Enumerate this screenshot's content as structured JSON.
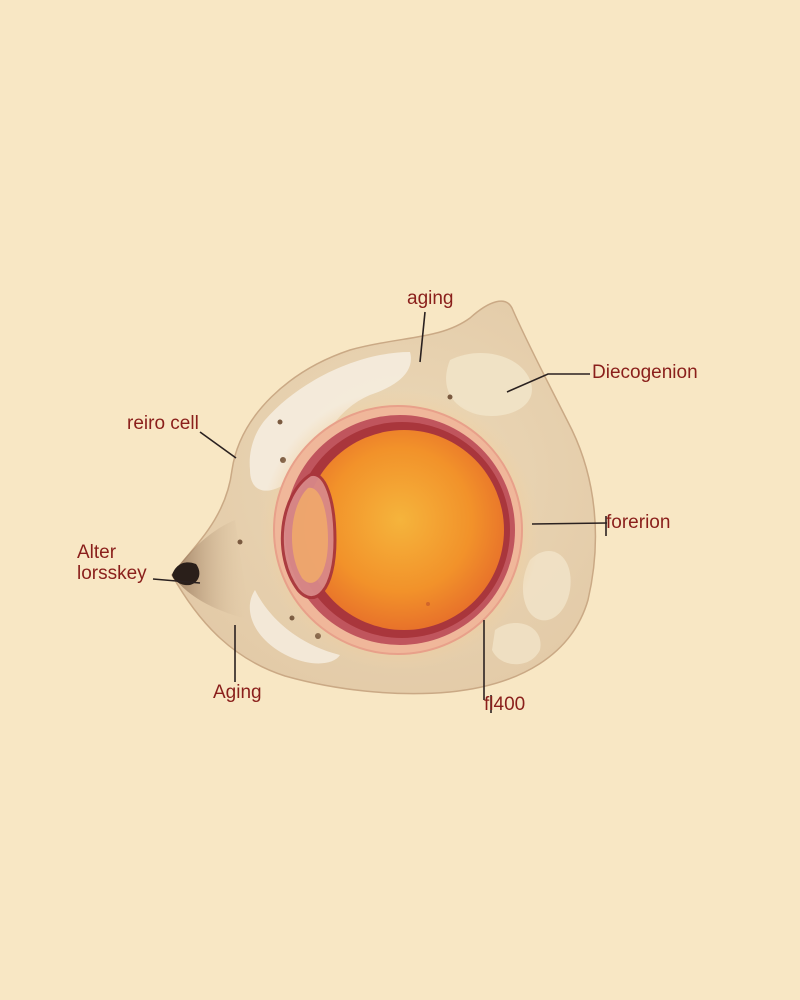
{
  "labels": {
    "aging_top": "aging",
    "diecogenion": "Diecogenion",
    "reiro_cell": "reiro cell",
    "forerion": "forerion",
    "alter_line1": "Alter",
    "alter_line2": "lorsskey",
    "aging_bottom": "Aging",
    "fl400": "fl400"
  },
  "colors": {
    "background": "#f8e7c4",
    "body": "#e8d2b0",
    "label_text": "#8a1f1b",
    "leader_line": "#2a2120",
    "eye_orange": "#f29a2c",
    "eye_ring": "#b1363a"
  }
}
